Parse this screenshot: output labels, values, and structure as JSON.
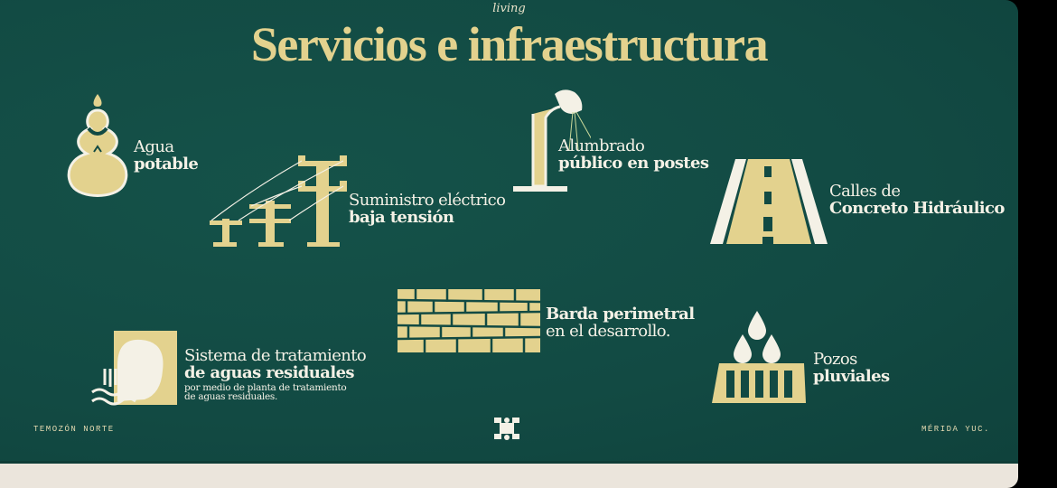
{
  "header": {
    "brand_tag": "living",
    "title": "Servicios e infraestructura"
  },
  "services": [
    {
      "line1": "Agua",
      "line2": "potable",
      "icon": "gourd-water-icon"
    },
    {
      "line1": "Suministro eléctrico",
      "line2": "baja tensión",
      "icon": "power-poles-icon"
    },
    {
      "line1": "Alumbrado",
      "line2": "público en postes",
      "icon": "serpent-lamp-icon"
    },
    {
      "line1": "Calles de",
      "line2": "Concreto Hidráulico",
      "icon": "road-icon"
    },
    {
      "line1": "Barda perimetral",
      "line2": "en el desarrollo.",
      "icon": "stone-wall-icon"
    },
    {
      "line1": "Sistema de tratamiento",
      "line2": "de aguas residuales",
      "note1": "por medio de planta de tratamiento",
      "note2": "de aguas residuales.",
      "icon": "water-treatment-icon"
    },
    {
      "line1": "Pozos",
      "line2": "pluviales",
      "icon": "rain-well-icon"
    }
  ],
  "footer": {
    "left": "TEMOZÓN NORTE",
    "right": "MÉRIDA YUC.",
    "logo": "brand-logo-icon"
  },
  "colors": {
    "background": "#124a43",
    "accent": "#e3d28e",
    "text": "#f4f1e6"
  }
}
